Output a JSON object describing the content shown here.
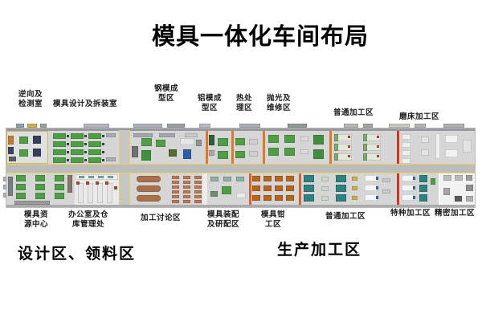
{
  "title": "模具一体化车间布局",
  "labels_top": {
    "reverse_inspection": "逆向及\n检测室",
    "mold_design_disassembly": "模具设计及拆装室",
    "steel_mold_forming": "钢模成\n型区",
    "aluminum_mold_forming": "铝模成\n型区",
    "heat_treatment": "热处\n理区",
    "polishing_maintenance": "抛光及\n维修区",
    "general_machining": "普通加工区",
    "grinding_machining": "磨床加工区"
  },
  "labels_bottom": {
    "mold_resource_center": "模具资\n源中心",
    "office_warehouse": "办公室及仓\n库管理处",
    "machining_discussion": "加工讨论区",
    "mold_assembly_fitting": "模具装配\n及研配区",
    "mold_bench_work": "模具钳\n工区",
    "general_machining": "普通加工区",
    "special_machining": "特种加工区",
    "precision_machining": "精密加工区"
  },
  "section_labels": {
    "design_material_area": "设计区、领料区",
    "production_area": "生产加工区"
  },
  "colors": {
    "aisle_line_yellow": "#e8d44d",
    "partition_orange": "#e0782a",
    "partition_red": "#d93025",
    "machine_green": "#4f9e45",
    "machine_teal": "#2f8080",
    "bench_orange": "#b5651d",
    "table_brown": "#a9714b",
    "floor_gray": "#d6d6d6"
  }
}
